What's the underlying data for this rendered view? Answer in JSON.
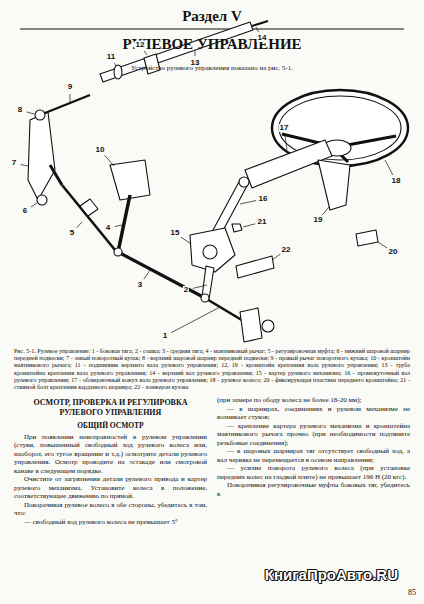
{
  "diagram": {
    "title": "РУЛЕВОЕ УПРАВЛЕНИЕ",
    "caption": "Рис. 5-1. Рулевое управление: 1 - боковая тяга; 2 - сошка; 3 - средняя тяга; 4 - маятниковый рычаг; 5 - регулировочная муфта; 6 - нижний шаровой шарнир передней подвески; 7 - левый поворотный кулак; 8 - верхний шаровой шарнир передней подвески; 9 - правый рычаг поворотного кулака; 10 - кронштейн маятникового рычага; 11 - подшипник верхнего вала рулевого управления; 12, 19 - кронштейн крепления вала рулевого управления; 13 - труба кронштейна крепления вала рулевого управления; 14 - верхний вал рулевого управления; 15 - картер рулевого механизма; 16 - промежуточный вал рулевого управления; 17 - облицовочный кожух вала рулевого управления; 18 - рулевое колесо; 20 - фиксирующая пластина переднего кронштейна; 21 - стяжной болт крепления карданного шарнира; 22 - лонжерон кузова",
    "labels": [
      "Раздел V",
      "Устройство рулевого управления показано на рис. 5-1.",
      "1",
      "2",
      "3",
      "4",
      "5",
      "6",
      "7",
      "8",
      "9",
      "10",
      "11",
      "12",
      "13",
      "14",
      "15",
      "16",
      "17",
      "18",
      "19",
      "20",
      "21",
      "22",
      "ОСМОТР, ПРОВЕРКА И РЕГУЛИРОВКА РУЛЕВОГО УПРАВЛЕНИЯ",
      "ОБЩИЙ ОСМОТР",
      "При появлении неисправностей в рулевом управлении (стуки, повышенный свободный ход рулевого колеса или, наоборот, его тугое вращение и т.д.) осмотрите детали рулевого управления. Осмотр проводите на эстакаде или смотровой канаве в следующем порядке.",
      "Очистите от загрязнения детали рулевого привода и картер рулевого механизма. Установите колеса в положение, соответствующее движению по прямой.",
      "Поворачивая рулевое колесо в обе стороны, убедитесь в том, что:",
      "— свободный ход рулевого колеса не превышает 5°",
      "(при замере по ободу колеса не более 18-20 мм);",
      "— в шарнирах, соединениях и рулевом механизме не возникает стуков;",
      "— крепление картера рулевого механизма и кронштейна маятникового рычага прочно (при необходимости подтяните резьбовые соединения);",
      "— в шаровых шарнирах тяг отсутствует свободный ход, а вал червяка не перемещается в осевом направлении;",
      "— усилие поворота рулевого колеса (при установке передних колес на гладкой плите) не превышает 196 Н (20 кгс).",
      "Поворачивая регулировочные муфты боковых тяг, убедитесь в",
      "КнигаПроАвто.RU",
      "85"
    ]
  }
}
